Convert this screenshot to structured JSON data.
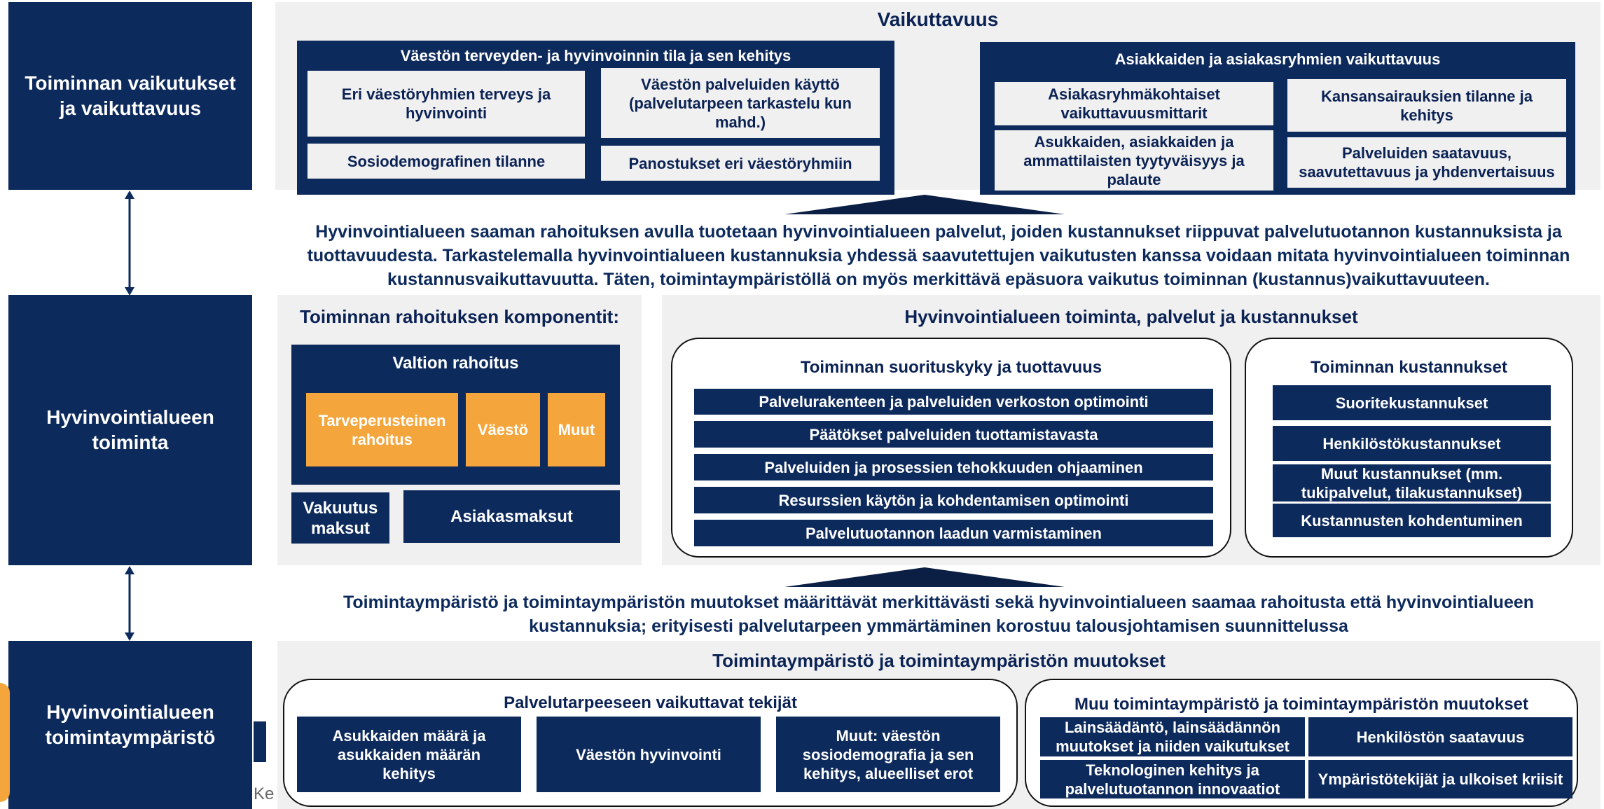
{
  "side_labels": {
    "top": "Toiminnan vaikutukset ja vaikuttavuus",
    "middle": "Hyvinvointialueen toiminta",
    "bottom": "Hyvinvointialueen toimintaympäristö"
  },
  "vaikuttavuus": {
    "title": "Vaikuttavuus",
    "left_group": {
      "title": "Väestön terveyden- ja hyvinvoinnin tila ja sen kehitys",
      "items": [
        "Eri väestöryhmien terveys ja hyvinvointi",
        "Väestön palveluiden käyttö (palvelutarpeen tarkastelu kun mahd.)",
        "Sosiodemografinen tilanne",
        "Panostukset eri väestöryhmiin"
      ]
    },
    "right_group": {
      "title": "Asiakkaiden ja asiakasryhmien vaikuttavuus",
      "items": [
        "Asiakasryhmäkohtaiset vaikuttavuusmittarit",
        "Kansansairauksien tilanne ja kehitys",
        "Asukkaiden, asiakkaiden ja ammattilaisten tyytyväisyys ja palaute",
        "Palveluiden saatavuus, saavutettavuus ja yhdenvertaisuus"
      ]
    }
  },
  "message_top": "Hyvinvointialueen saaman rahoituksen avulla tuotetaan hyvinvointialueen palvelut, joiden kustannukset riippuvat palvelutuotannon kustannuksista ja tuottavuudesta. Tarkastelemalla hyvinvointialueen kustannuksia yhdessä saavutettujen vaikutusten kanssa voidaan mitata hyvinvointialueen toiminnan kustannusvaikuttavuutta. Täten, toimintaympäristöllä on myös merkittävä epäsuora vaikutus toiminnan (kustannus)vaikuttavuuteen.",
  "rahoitus": {
    "title": "Toiminnan rahoituksen komponentit:",
    "valtion_title": "Valtion rahoitus",
    "parts": [
      "Tarveperusteinen rahoitus",
      "Väestö",
      "Muut"
    ],
    "vakuutus": "Vakuutus maksut",
    "asiakasmaksut": "Asiakasmaksut",
    "orange_color": "#f4a63c",
    "navy_color": "#0d2a5c"
  },
  "toiminta": {
    "title": "Hyvinvointialueen toiminta, palvelut ja kustannukset",
    "suorituskyky": {
      "title": "Toiminnan suorituskyky ja tuottavuus",
      "items": [
        "Palvelurakenteen ja palveluiden verkoston optimointi",
        "Päätökset palveluiden tuottamistavasta",
        "Palveluiden ja prosessien tehokkuuden ohjaaminen",
        "Resurssien käytön ja kohdentamisen optimointi",
        "Palvelutuotannon laadun varmistaminen"
      ]
    },
    "kustannukset": {
      "title": "Toiminnan kustannukset",
      "items": [
        "Suoritekustannukset",
        "Henkilöstökustannukset",
        "Muut kustannukset (mm. tukipalvelut, tilakustannukset)",
        "Kustannusten kohdentuminen"
      ]
    }
  },
  "message_bottom": "Toimintaympäristö ja toimintaympäristön muutokset määrittävät merkittävästi sekä hyvinvointialueen saamaa rahoitusta että hyvinvointialueen kustannuksia; erityisesti palvelutarpeen ymmärtäminen korostuu talousjohtamisen suunnittelussa",
  "ymparisto": {
    "title": "Toimintaympäristö ja toimintaympäristön muutokset",
    "palvelutarve": {
      "title": "Palvelutarpeeseen vaikuttavat tekijät",
      "items": [
        "Asukkaiden määrä ja asukkaiden määrän kehitys",
        "Väestön hyvinvointi",
        "Muut: väestön sosiodemografia ja sen kehitys, alueelliset erot"
      ]
    },
    "muu": {
      "title": "Muu toimintaympäristö ja toimintaympäristön muutokset",
      "items": [
        "Lainsäädäntö, lainsäädännön muutokset ja niiden vaikutukset",
        "Henkilöstön saatavuus",
        "Teknologinen kehitys ja palvelutuotannon innovaatiot",
        "Ympäristötekijät ja ulkoiset kriisit"
      ]
    }
  },
  "logo_fragment": "Ke"
}
